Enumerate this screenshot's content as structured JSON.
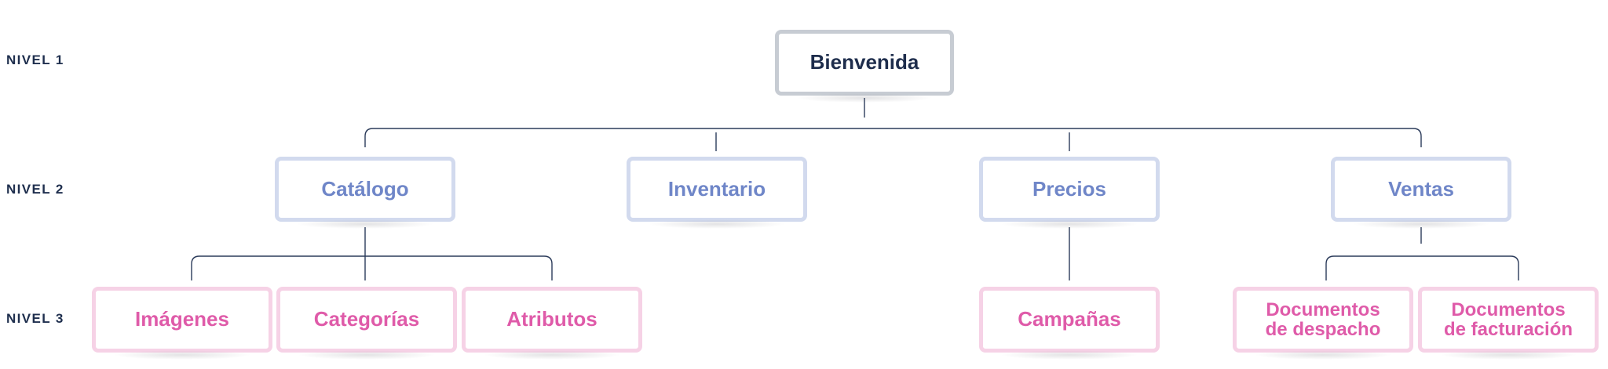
{
  "levels": {
    "level1": "NIVEL 1",
    "level2": "NIVEL 2",
    "level3": "NIVEL 3"
  },
  "colors": {
    "level1_text": "#1e2d4c",
    "level1_border": "#c7ccd3",
    "level2_text": "#6f86c8",
    "level2_border": "#d2daee",
    "level3_text": "#df5ba9",
    "level3_border": "#f6d2e6",
    "connector": "#2b3b5a"
  },
  "tree": {
    "root": "Bienvenida",
    "level2": {
      "catalogo": "Catálogo",
      "inventario": "Inventario",
      "precios": "Precios",
      "ventas": "Ventas"
    },
    "level3": {
      "imagenes": "Imágenes",
      "categorias": "Categorías",
      "atributos": "Atributos",
      "campanas": "Campañas",
      "despacho": "Documentos\nde despacho",
      "facturacion": "Documentos\nde facturación"
    }
  }
}
